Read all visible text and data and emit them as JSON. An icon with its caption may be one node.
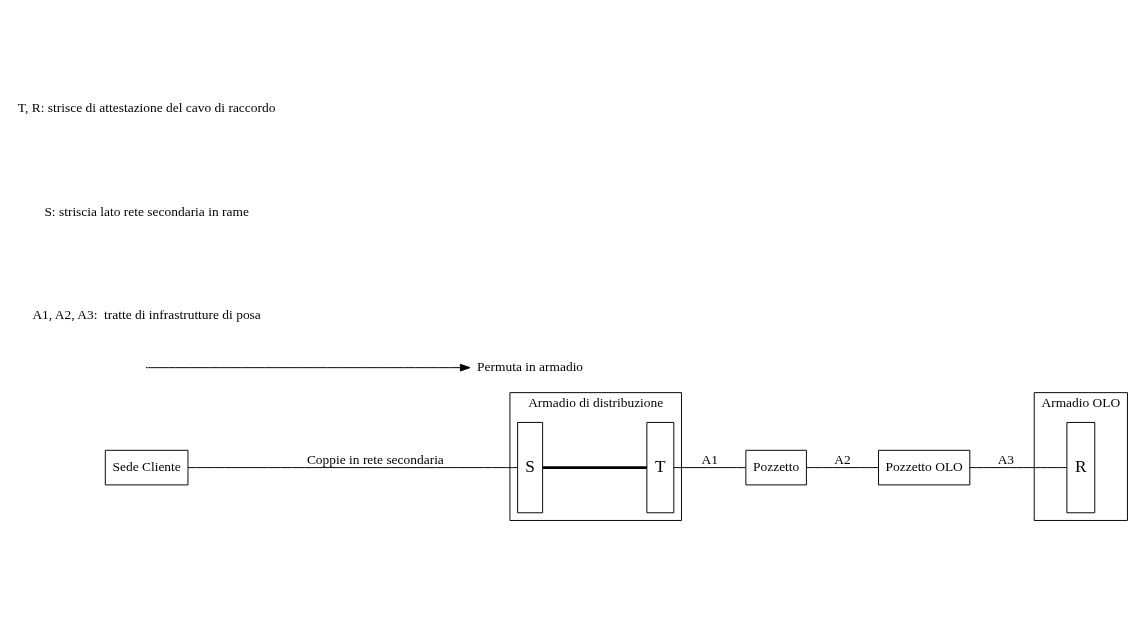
{
  "diagram": {
    "nodes": [
      {
        "text": [
          "Sede Cliente"
        ]
      },
      {
        "text": [
          "Armadio di distribuzione"
        ]
      },
      {
        "text": [
          "S"
        ],
        "in": 1
      },
      {
        "text": [
          "T"
        ],
        "in": 1
      },
      {
        "text": [
          "Armadio OLO"
        ]
      },
      {
        "text": [
          "R"
        ],
        "in": 4
      },
      {
        "text": [
          "Pozzetto OLO"
        ]
      },
      {
        "text": [
          "Pozzetto"
        ]
      },
      {
        "text": [
          "Permuta in armadio"
        ]
      }
    ],
    "edges": [
      {
        "from": 0,
        "to": 2,
        "arrow": "none",
        "label": "Coppie in rete secondaria"
      },
      {
        "from": 2,
        "to": 3,
        "arrow": "none",
        "style": "thick"
      },
      {
        "from": null,
        "to": 8,
        "arrow": "to"
      },
      {
        "from": 3,
        "to": 7,
        "arrow": "none",
        "label": "A1"
      },
      {
        "from": 7,
        "to": 6,
        "arrow": "none",
        "label": "A2"
      },
      {
        "from": 6,
        "to": 5,
        "arrow": "none",
        "label": "A3"
      }
    ],
    "labels": [
      "T, R: strisce di attestazione del cavo di raccordo",
      "S: striscia lato rete secondaria in rame",
      "A1, A2, A3:  tratte di infrastrutture di posa"
    ]
  }
}
